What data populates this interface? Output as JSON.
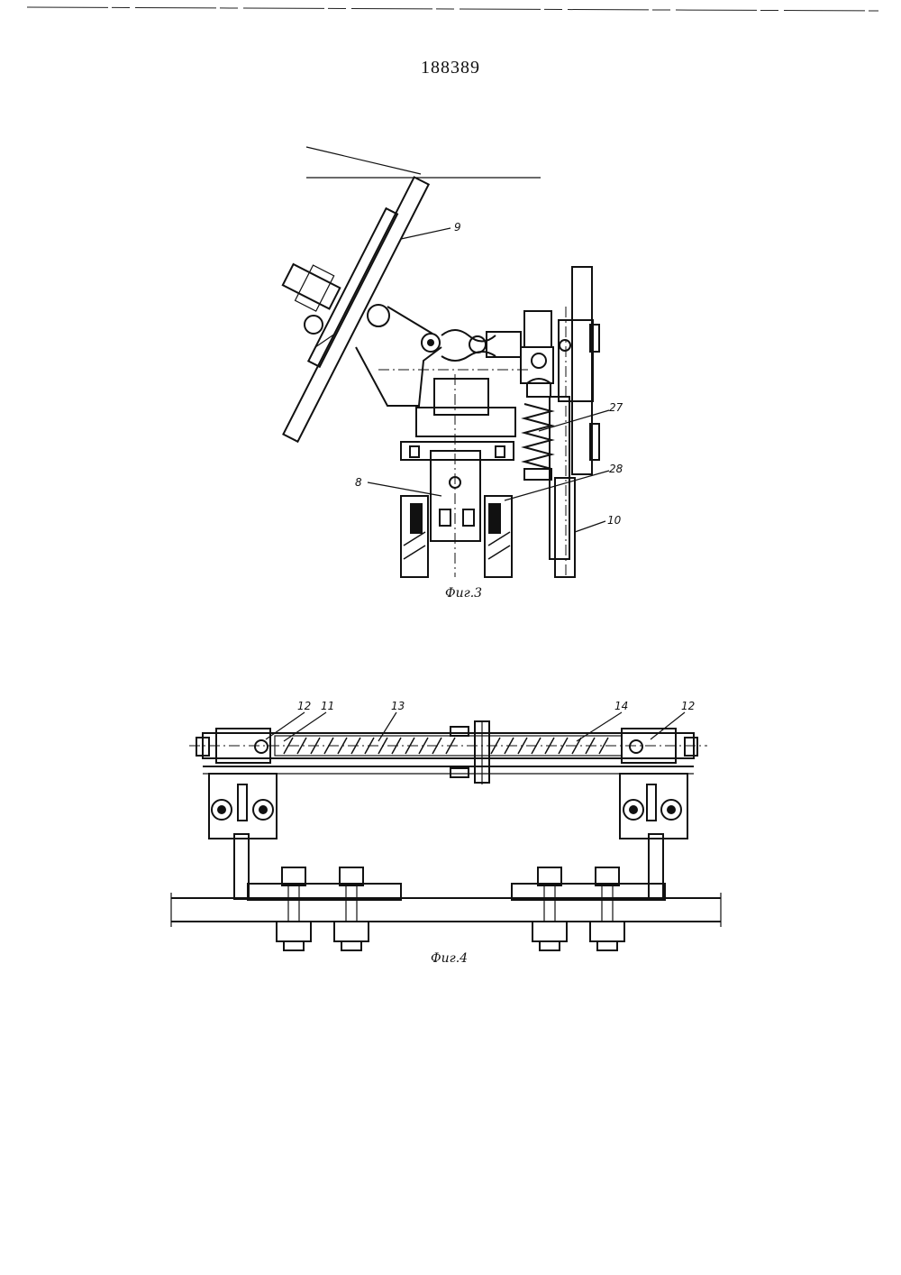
{
  "document": {
    "page_number": "188389"
  },
  "figure3": {
    "caption": "Фиг.3",
    "labels": {
      "l9": "9",
      "l27": "27",
      "l28": "28",
      "l8": "8",
      "l10": "10"
    }
  },
  "figure4": {
    "caption": "Фиг.4",
    "labels": {
      "l12_left": "12",
      "l11": "11",
      "l13": "13",
      "l14": "14",
      "l12_right": "12"
    }
  }
}
